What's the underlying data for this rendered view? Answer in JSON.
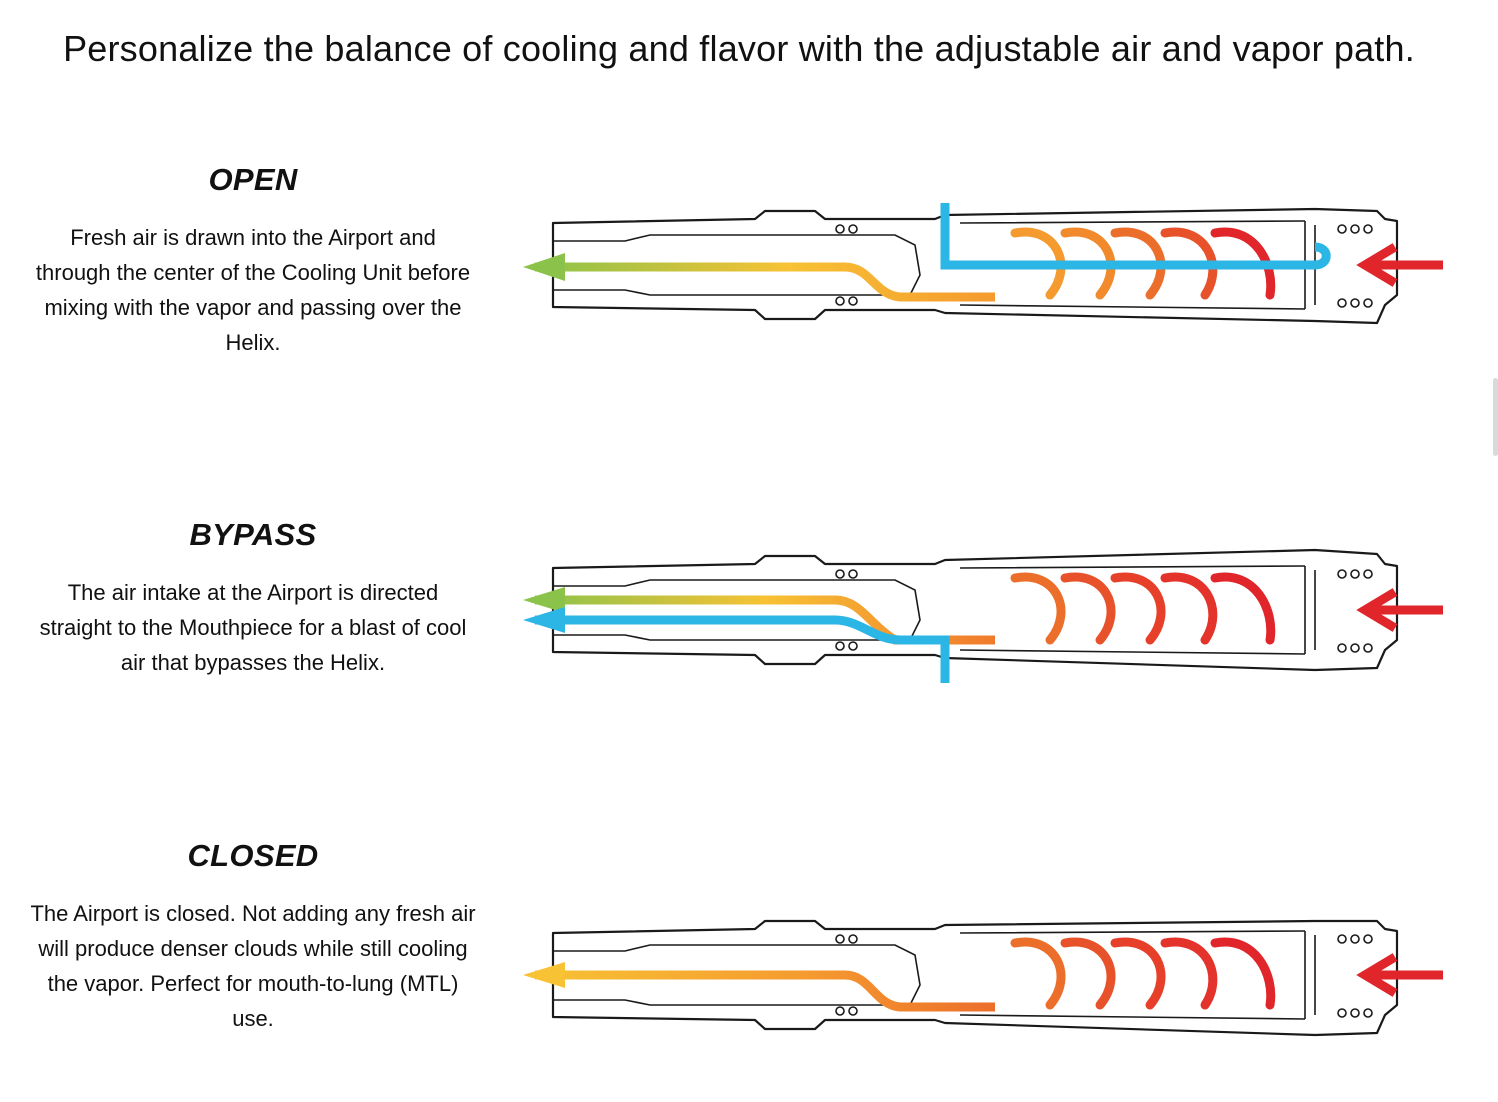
{
  "headline": "Personalize the balance of cooling and flavor with the adjustable air and vapor path.",
  "modes": [
    {
      "title": "OPEN",
      "description": "Fresh air is drawn into the Airport and through the center of the Cooling Unit before mixing with the vapor and passing over the Helix."
    },
    {
      "title": "BYPASS",
      "description": "The air intake at the Airport is directed straight to the Mouthpiece for a blast of cool air that bypasses the Helix."
    },
    {
      "title": "CLOSED",
      "description": "The Airport is closed. Not adding any fresh air will produce denser clouds while still cooling the vapor. Perfect for mouth-to-lung (MTL) use."
    }
  ],
  "colors": {
    "air": "#2bb6e6",
    "vapor_hot": "#e0262b",
    "vapor_warm": "#f07a2c",
    "vapor_mid": "#f7b534",
    "vapor_cool": "#8bc34a",
    "outline": "#1a1a1a"
  }
}
